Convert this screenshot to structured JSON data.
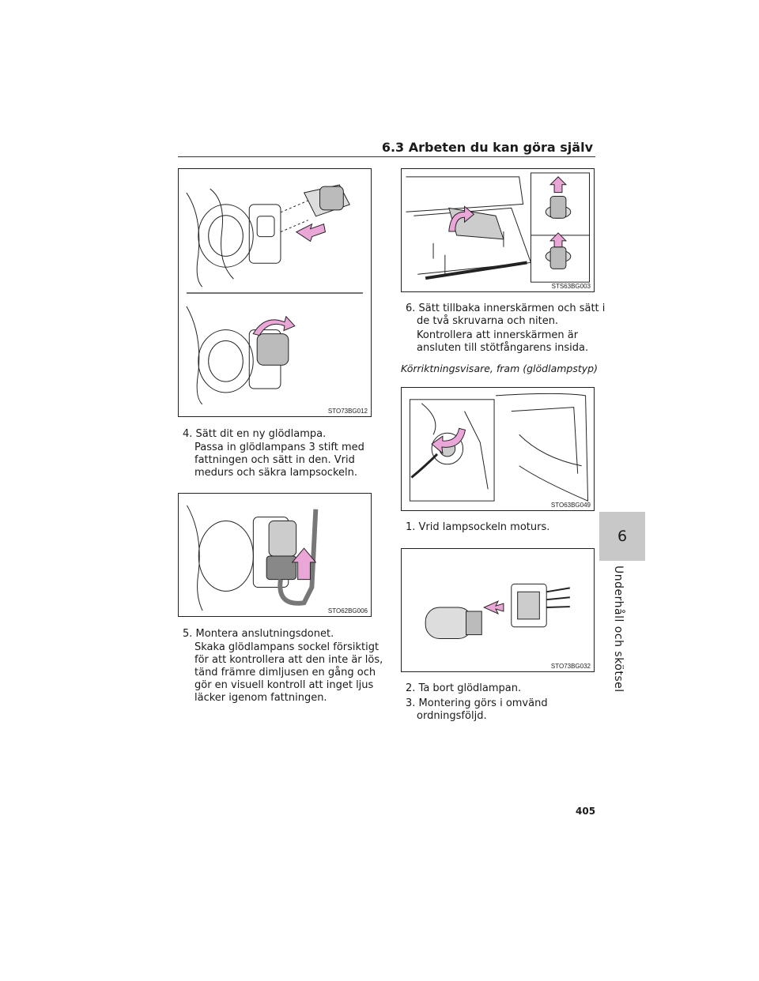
{
  "header": {
    "section_title": "6.3 Arbeten du kan göra själv"
  },
  "side_tab": {
    "chapter_number": "6",
    "chapter_label": "Underhåll och skötsel"
  },
  "figures": {
    "fig1": {
      "code": "STO73BG012"
    },
    "fig2": {
      "code": "STO62BG006"
    },
    "fig3": {
      "code": "STS63BG003"
    },
    "fig4": {
      "code": "STO63BG049"
    },
    "fig5": {
      "code": "STO73BG032"
    }
  },
  "left_column": {
    "step4": {
      "title": "4. Sätt dit en ny glödlampa.",
      "body": [
        "Passa in glödlampans 3 stift med",
        "fattningen och sätt in den. Vrid",
        "medurs och säkra lampsockeln."
      ]
    },
    "step5": {
      "title": "5. Montera anslutningsdonet.",
      "body": [
        "Skaka glödlampans sockel försiktigt",
        "för att kontrollera att den inte är lös,",
        "tänd främre dimljusen en gång och",
        "gör en visuell kontroll att inget ljus",
        "läcker igenom fattningen."
      ]
    }
  },
  "right_column": {
    "step6": {
      "title": [
        "6. Sätt tillbaka innerskärmen och sätt i",
        "de två skruvarna och niten."
      ],
      "body": [
        "Kontrollera att innerskärmen är",
        "ansluten till stötfångarens insida."
      ]
    },
    "subsection_heading": "Körriktningsvisare, fram (glödlampstyp)",
    "step1": "1. Vrid lampsockeln moturs.",
    "step2": "2. Ta bort glödlampan.",
    "step3": [
      "3. Montering görs i omvänd",
      "ordningsföljd."
    ]
  },
  "page_number": "405",
  "colors": {
    "arrow_fill": "#e9a6d6",
    "tab_gray": "#c8c8c8"
  }
}
